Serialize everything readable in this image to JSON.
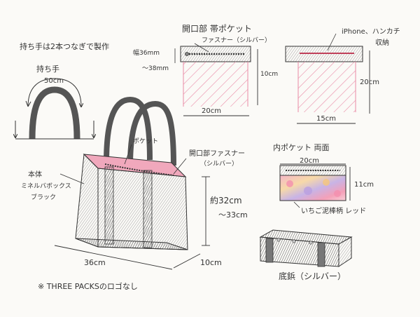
{
  "handle": {
    "note": "持ち手は2本つなぎで製作",
    "label": "持ち手",
    "length": "50cm"
  },
  "opening_pocket": {
    "title": "開口部 帯ポケット",
    "zipper": "ファスナー（シルバー）",
    "width_label": "幅36mm",
    "width_alt": "〜38mm",
    "height": "10cm",
    "width": "20cm"
  },
  "phone_pocket": {
    "title_1": "iPhone、ハンカチ",
    "title_2": "収納",
    "height": "20cm",
    "width": "15cm"
  },
  "bag": {
    "pocket_label": "ポケット",
    "opening_zip_1": "開口部ファスナー",
    "opening_zip_2": "（シルバー）",
    "body_1": "本体",
    "body_2": "ミネルバボックス",
    "body_3": "ブラック",
    "height_1": "約32cm",
    "height_2": "〜33cm",
    "width": "36cm",
    "depth": "10cm"
  },
  "inner_pocket": {
    "title": "内ポケット 両面",
    "width": "20cm",
    "height": "11cm",
    "fabric": "いちご泥棒柄 レッド"
  },
  "bottom": {
    "label": "底鋲（シルバー）"
  },
  "footnote": "※ THREE PACKSのロゴなし",
  "colors": {
    "ink": "#333333",
    "pink": "#e98aa6",
    "zip": "#c0405a"
  }
}
